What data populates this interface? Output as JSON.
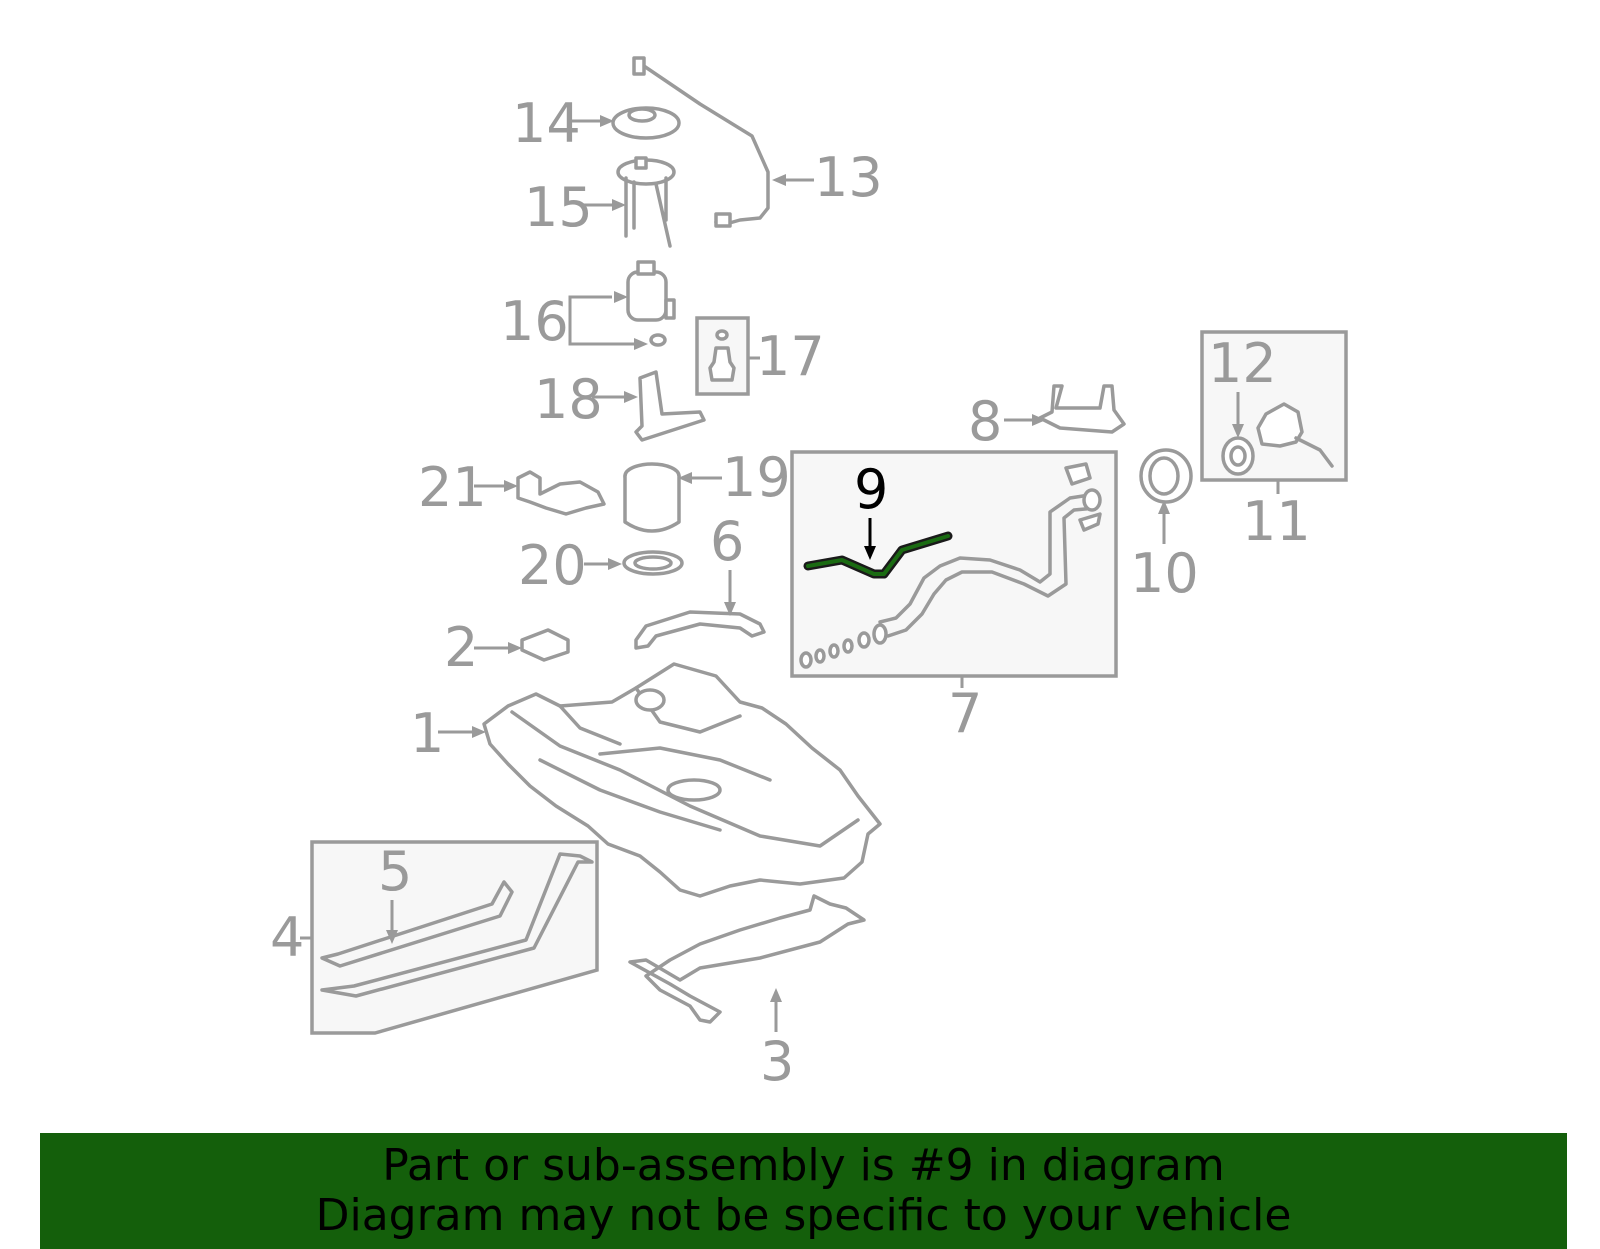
{
  "diagram": {
    "labels": {
      "p1": "1",
      "p2": "2",
      "p3": "3",
      "p4": "4",
      "p5": "5",
      "p6": "6",
      "p7": "7",
      "p8": "8",
      "p9": "9",
      "p10": "10",
      "p11": "11",
      "p12": "12",
      "p13": "13",
      "p14": "14",
      "p15": "15",
      "p16": "16",
      "p17": "17",
      "p18": "18",
      "p19": "19",
      "p20": "20",
      "p21": "21"
    },
    "highlighted_part": "9",
    "colors": {
      "parts": "#9a9a9a",
      "highlight": "#000000",
      "highlight_part": "#1a6b12",
      "banner": "#145f0b"
    }
  },
  "banner": {
    "line1": "Part or sub-assembly is #9 in diagram",
    "line2": "Diagram may not be specific to your vehicle"
  }
}
